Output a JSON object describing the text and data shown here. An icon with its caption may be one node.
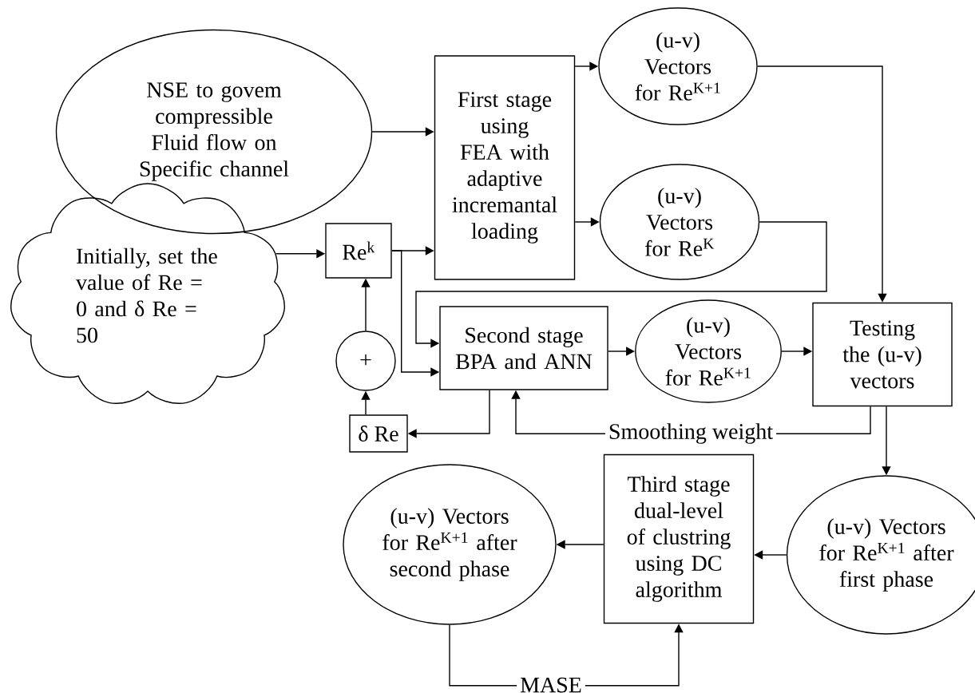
{
  "diagram": {
    "nodes": [
      {
        "text": [
          "NSE to govem compressible Fluid flow on Specific channel"
        ]
      },
      {
        "text": [
          "First stage using FEA with adaptive incremantal loading"
        ]
      },
      {
        "text": [
          "(u-v) Vectors for Re$^{K+1}$"
        ]
      },
      {
        "text": [
          "(u-v) Vectors for Re$^{K}$"
        ]
      },
      {
        "text": [
          "Initially, set the value of Re = 0 and δ Re = 50"
        ]
      },
      {
        "text": [
          "Re$^{k}$"
        ]
      },
      {
        "text": [
          "+"
        ]
      },
      {
        "text": [
          "δ Re"
        ]
      },
      {
        "text": [
          "Second stage BPA and ANN"
        ]
      },
      {
        "text": [
          "(u-v) Vectors for Re$^{K+1}$"
        ]
      },
      {
        "text": [
          "Testing the (u-v) vectors"
        ]
      },
      {
        "text": [
          "Third stage dual-level of clustring using DC algorithm"
        ]
      },
      {
        "text": [
          "(u-v) Vectors for Re$^{K+1}$ after first phase"
        ]
      },
      {
        "text": [
          "(u-v) Vectors for Re$^{K+1}$ after second phase"
        ]
      }
    ],
    "edges": [
      {
        "from": 0,
        "to": 1,
        "arrow": "to"
      },
      {
        "from": 1,
        "to": 2,
        "arrow": "to"
      },
      {
        "from": 1,
        "to": 3,
        "arrow": "to"
      },
      {
        "from": 4,
        "to": 5,
        "arrow": "to"
      },
      {
        "from": 5,
        "to": 1,
        "arrow": "to"
      },
      {
        "from": 5,
        "to": 8,
        "arrow": "to"
      },
      {
        "from": 3,
        "to": 8,
        "arrow": "to"
      },
      {
        "from": 2,
        "to": 10,
        "arrow": "to"
      },
      {
        "from": 8,
        "to": 9,
        "arrow": "to"
      },
      {
        "from": 9,
        "to": 10,
        "arrow": "to"
      },
      {
        "from": 8,
        "to": 7,
        "arrow": "to"
      },
      {
        "from": 7,
        "to": 6,
        "arrow": "to"
      },
      {
        "from": 6,
        "to": 5,
        "arrow": "to"
      },
      {
        "from": 10,
        "to": 8,
        "arrow": "to",
        "label": "Smoothing weight"
      },
      {
        "from": 10,
        "to": 12,
        "arrow": "to"
      },
      {
        "from": 12,
        "to": 11,
        "arrow": "to"
      },
      {
        "from": 11,
        "to": 13,
        "arrow": "to"
      },
      {
        "from": 13,
        "to": 11,
        "arrow": "to",
        "label": "MASE"
      }
    ]
  }
}
